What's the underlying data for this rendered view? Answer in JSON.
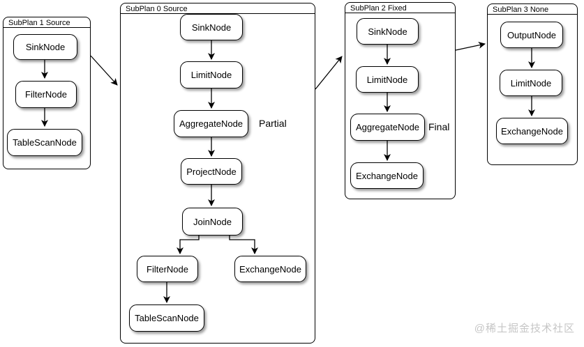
{
  "watermark": "@稀土掘金技术社区",
  "colors": {
    "background": "#ffffff",
    "node_fill": "#ffffff",
    "node_border": "#000000",
    "edge": "#000000",
    "watermark_text": "#c6c6c6"
  },
  "diagram": {
    "subplans": [
      {
        "title": "SubPlan 1 Source",
        "nodes": [
          "SinkNode",
          "FilterNode",
          "TableScanNode"
        ]
      },
      {
        "title": "SubPlan 0 Source",
        "annotation": "Partial",
        "nodes": [
          "SinkNode",
          "LimitNode",
          "AggregateNode",
          "ProjectNode",
          "JoinNode",
          "FilterNode",
          "ExchangeNode",
          "TableScanNode"
        ]
      },
      {
        "title": "SubPlan 2 Fixed",
        "annotation": "Final",
        "nodes": [
          "SinkNode",
          "LimitNode",
          "AggregateNode",
          "ExchangeNode"
        ]
      },
      {
        "title": "SubPlan 3 None",
        "nodes": [
          "OutputNode",
          "LimitNode",
          "ExchangeNode"
        ]
      }
    ],
    "edges": {
      "within_subplans": [
        {
          "plan": "SubPlan 1 Source",
          "from": "SinkNode",
          "to": "FilterNode"
        },
        {
          "plan": "SubPlan 1 Source",
          "from": "FilterNode",
          "to": "TableScanNode"
        },
        {
          "plan": "SubPlan 0 Source",
          "from": "SinkNode",
          "to": "LimitNode"
        },
        {
          "plan": "SubPlan 0 Source",
          "from": "LimitNode",
          "to": "AggregateNode"
        },
        {
          "plan": "SubPlan 0 Source",
          "from": "AggregateNode",
          "to": "ProjectNode"
        },
        {
          "plan": "SubPlan 0 Source",
          "from": "ProjectNode",
          "to": "JoinNode"
        },
        {
          "plan": "SubPlan 0 Source",
          "from": "JoinNode",
          "to": "FilterNode"
        },
        {
          "plan": "SubPlan 0 Source",
          "from": "JoinNode",
          "to": "ExchangeNode"
        },
        {
          "plan": "SubPlan 0 Source",
          "from": "FilterNode",
          "to": "TableScanNode"
        },
        {
          "plan": "SubPlan 2 Fixed",
          "from": "SinkNode",
          "to": "LimitNode"
        },
        {
          "plan": "SubPlan 2 Fixed",
          "from": "LimitNode",
          "to": "AggregateNode"
        },
        {
          "plan": "SubPlan 2 Fixed",
          "from": "AggregateNode",
          "to": "ExchangeNode"
        },
        {
          "plan": "SubPlan 3 None",
          "from": "OutputNode",
          "to": "LimitNode"
        },
        {
          "plan": "SubPlan 3 None",
          "from": "LimitNode",
          "to": "ExchangeNode"
        }
      ],
      "between_subplans": [
        {
          "from": "SubPlan 1 Source",
          "to": "SubPlan 0 Source"
        },
        {
          "from": "SubPlan 0 Source",
          "to": "SubPlan 2 Fixed"
        },
        {
          "from": "SubPlan 2 Fixed",
          "to": "SubPlan 3 None"
        }
      ]
    }
  }
}
